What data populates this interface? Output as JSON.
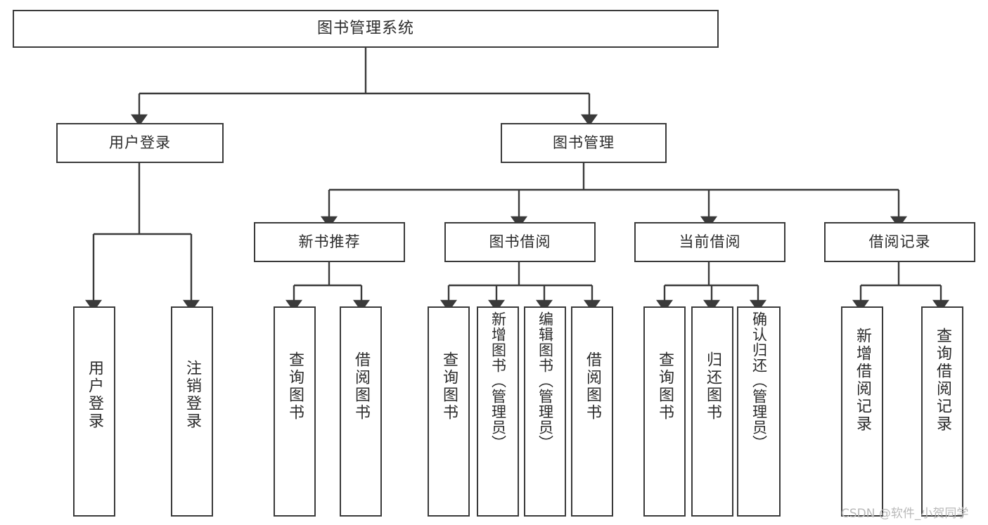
{
  "diagram": {
    "title": "图书管理系统",
    "type": "tree",
    "watermark": "CSDN @软件_小贺同学",
    "colors": {
      "stroke": "#3a3a3a",
      "text": "#2b2b2b",
      "background": "#ffffff",
      "watermark": "#b9b9b9"
    },
    "root": {
      "label": "图书管理系统"
    },
    "level2": [
      {
        "label": "用户登录"
      },
      {
        "label": "图书管理"
      }
    ],
    "level3": [
      {
        "label": "新书推荐"
      },
      {
        "label": "图书借阅"
      },
      {
        "label": "当前借阅"
      },
      {
        "label": "借阅记录"
      }
    ],
    "leaves": {
      "user_login": [
        {
          "label": "用户登录"
        },
        {
          "label": "注销登录"
        }
      ],
      "new_book": [
        {
          "label": "查询图书"
        },
        {
          "label": "借阅图书"
        }
      ],
      "borrow_book": [
        {
          "label": "查询图书"
        },
        {
          "label": "新增图书（管理员）"
        },
        {
          "label": "编辑图书（管理员）"
        },
        {
          "label": "借阅图书"
        }
      ],
      "current_borrow": [
        {
          "label": "查询图书"
        },
        {
          "label": "归还图书"
        },
        {
          "label": "确认归还（管理员）"
        }
      ],
      "borrow_record": [
        {
          "label": "新增借阅记录"
        },
        {
          "label": "查询借阅记录"
        }
      ]
    }
  }
}
